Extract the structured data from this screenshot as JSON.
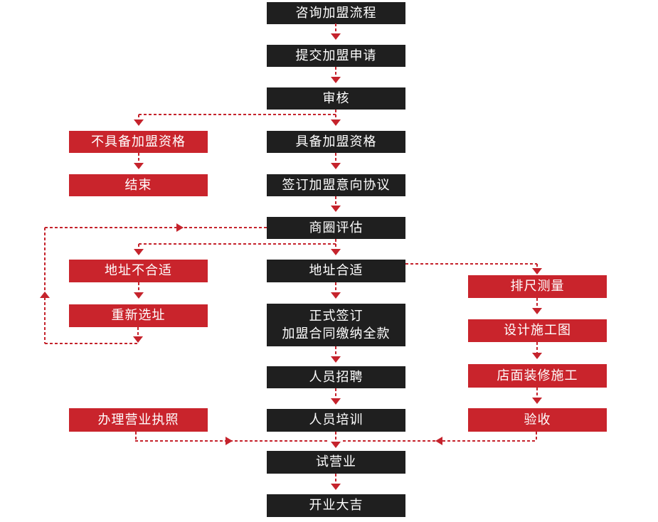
{
  "colors": {
    "node_black": "#1f1f1f",
    "node_red": "#c9242c",
    "line_red": "#c5232c",
    "text": "#ffffff",
    "background": "#ffffff"
  },
  "nodes": {
    "consult": {
      "label": "咨询加盟流程"
    },
    "submit": {
      "label": "提交加盟申请"
    },
    "review": {
      "label": "审核"
    },
    "not_qualified": {
      "label": "不具备加盟资格"
    },
    "qualified": {
      "label": "具备加盟资格"
    },
    "end": {
      "label": "结束"
    },
    "sign_intent": {
      "label": "签订加盟意向协议"
    },
    "business_eval": {
      "label": "商圈评估"
    },
    "address_bad": {
      "label": "地址不合适"
    },
    "address_ok": {
      "label": "地址合适"
    },
    "reselect": {
      "label": "重新选址"
    },
    "formal_sign": {
      "label": "正式签订\n加盟合同缴纳全款"
    },
    "measure": {
      "label": "排尺测量"
    },
    "design": {
      "label": "设计施工图"
    },
    "construction": {
      "label": "店面装修施工"
    },
    "license": {
      "label": "办理营业执照"
    },
    "recruit": {
      "label": "人员招聘"
    },
    "training": {
      "label": "人员培训"
    },
    "acceptance": {
      "label": "验收"
    },
    "trial": {
      "label": "试营业"
    },
    "opening": {
      "label": "开业大吉"
    }
  },
  "edges": [
    {
      "from": "consult",
      "to": "submit"
    },
    {
      "from": "submit",
      "to": "review"
    },
    {
      "from": "review",
      "to": "not_qualified"
    },
    {
      "from": "review",
      "to": "qualified"
    },
    {
      "from": "not_qualified",
      "to": "end"
    },
    {
      "from": "qualified",
      "to": "sign_intent"
    },
    {
      "from": "sign_intent",
      "to": "business_eval"
    },
    {
      "from": "business_eval",
      "to": "address_bad"
    },
    {
      "from": "business_eval",
      "to": "address_ok"
    },
    {
      "from": "address_bad",
      "to": "reselect"
    },
    {
      "from": "reselect",
      "to": "business_eval"
    },
    {
      "from": "address_ok",
      "to": "formal_sign"
    },
    {
      "from": "address_ok",
      "to": "measure"
    },
    {
      "from": "formal_sign",
      "to": "recruit"
    },
    {
      "from": "recruit",
      "to": "training"
    },
    {
      "from": "training",
      "to": "trial"
    },
    {
      "from": "measure",
      "to": "design"
    },
    {
      "from": "design",
      "to": "construction"
    },
    {
      "from": "construction",
      "to": "acceptance"
    },
    {
      "from": "acceptance",
      "to": "trial"
    },
    {
      "from": "license",
      "to": "trial"
    },
    {
      "from": "trial",
      "to": "opening"
    }
  ]
}
